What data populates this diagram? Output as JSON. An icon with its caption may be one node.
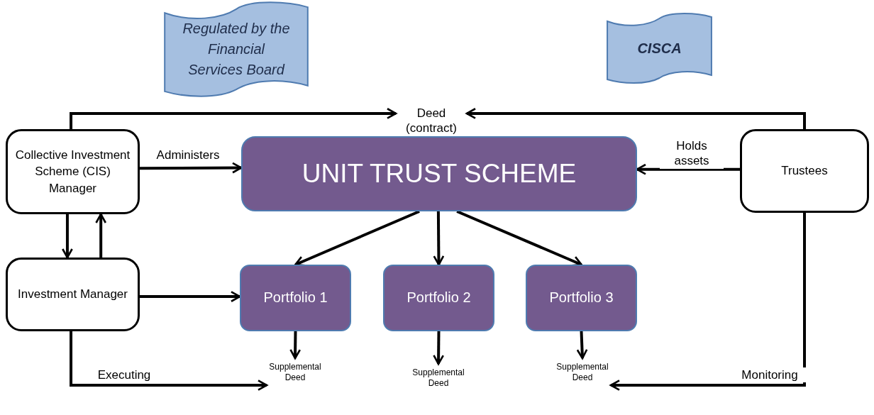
{
  "diagram": {
    "nodes": [
      {
        "text": [
          "Regulated by the Financial Services Board"
        ]
      },
      {
        "text": [
          "CISCA"
        ]
      },
      {
        "text": [
          "Deed (contract)"
        ]
      },
      {
        "text": [
          "Collective Investment Scheme (CIS) Manager"
        ]
      },
      {
        "text": [
          "UNIT TRUST SCHEME"
        ]
      },
      {
        "text": [
          "Trustees"
        ]
      },
      {
        "text": [
          "Investment Manager"
        ]
      },
      {
        "text": [
          "Portfolio 1"
        ]
      },
      {
        "text": [
          "Portfolio 2"
        ]
      },
      {
        "text": [
          "Portfolio 3"
        ]
      },
      {
        "text": [
          "Supplemental Deed"
        ]
      },
      {
        "text": [
          "Supplemental Deed"
        ]
      },
      {
        "text": [
          "Supplemental Deed"
        ]
      }
    ],
    "edges": [
      {
        "from": 3,
        "to": 2,
        "arrow": "to"
      },
      {
        "from": 5,
        "to": 2,
        "arrow": "to"
      },
      {
        "from": 3,
        "to": 4,
        "arrow": "to",
        "label": "Administers"
      },
      {
        "from": 5,
        "to": 4,
        "arrow": "to",
        "label": "Holds assets"
      },
      {
        "from": 3,
        "to": 6,
        "arrow": "to"
      },
      {
        "from": 6,
        "to": 3,
        "arrow": "to"
      },
      {
        "from": 4,
        "to": 7,
        "arrow": "to"
      },
      {
        "from": 4,
        "to": 8,
        "arrow": "to"
      },
      {
        "from": 4,
        "to": 9,
        "arrow": "to"
      },
      {
        "from": 6,
        "to": 7,
        "arrow": "to"
      },
      {
        "from": 7,
        "to": 10,
        "arrow": "to"
      },
      {
        "from": 8,
        "to": 11,
        "arrow": "to"
      },
      {
        "from": 9,
        "to": 12,
        "arrow": "to"
      },
      {
        "from": 6,
        "to": 10,
        "arrow": "to",
        "label": "Executing"
      },
      {
        "from": 5,
        "to": 12,
        "arrow": "to",
        "label": "Monitoring"
      }
    ]
  }
}
